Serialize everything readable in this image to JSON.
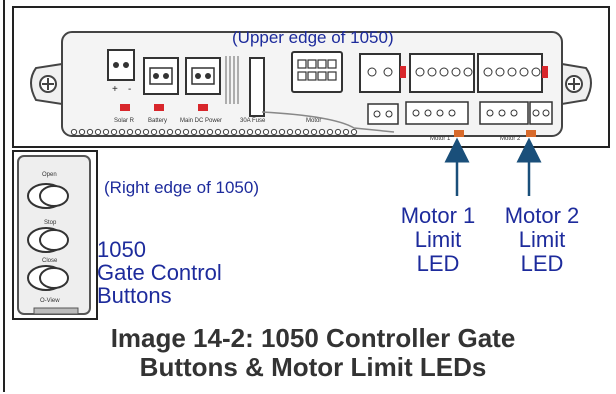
{
  "upper_edge_caption": "(Upper edge of 1050)",
  "right_edge_caption": "(Right edge of 1050)",
  "board_labels": {
    "plus": "+",
    "minus": "-",
    "solar": "Solar R",
    "battery": "Battery",
    "main_dc": "Main DC Power",
    "fuse": "30A Fuse",
    "motor": "Motor",
    "motor1": "Motor 1",
    "motor2": "Motor 2"
  },
  "side_buttons": {
    "open": "Open",
    "stop": "Stop",
    "close": "Close",
    "oview": "O-View"
  },
  "motor1_led_label": [
    "Motor 1",
    "Limit",
    "LED"
  ],
  "motor2_led_label": [
    "Motor 2",
    "Limit",
    "LED"
  ],
  "gate_buttons_label": [
    "1050",
    "Gate Control",
    "Buttons"
  ],
  "figure_caption": [
    "Image 14-2: 1050 Controller Gate",
    "Buttons & Motor Limit LEDs"
  ],
  "colors": {
    "label_blue": "#1d2b9c",
    "arrow": "#1a4f7a",
    "led_red": "#d8262b",
    "caption_gray": "#333333"
  }
}
